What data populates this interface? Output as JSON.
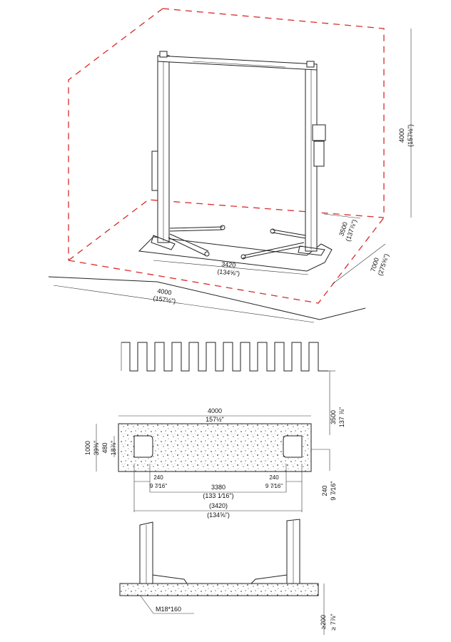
{
  "view_3d": {
    "height_mm": "4000",
    "height_in": "(157½\")",
    "lift_width_mm": "3420",
    "lift_width_in": "(134⅝\")",
    "bay_width_mm": "4000",
    "bay_width_in": "(157½\")",
    "depth_mm": "3500",
    "depth_in": "(137⅞\")",
    "bay_length_mm": "7000",
    "bay_length_in": "(275⅝\")"
  },
  "plan_view": {
    "length_mm": "3500",
    "length_in": "137 ⅞\"",
    "slab_width_mm": "4000",
    "slab_width_in": "157½\"",
    "slab_depth_mm": "1000",
    "slab_depth_in": "39⅜\"",
    "pad_mm": "480",
    "pad_in": "18⅞\"",
    "base_left_mm": "240",
    "base_left_in": "9 7⁄16\"",
    "base_right_mm": "240",
    "base_right_in": "9 7⁄16\"",
    "inner_span_mm": "3380",
    "inner_span_in": "(133 1⁄16\")",
    "outer_span_mm": "(3420)",
    "outer_span_in": "(134⅝\")",
    "side_mm": "240",
    "side_in": "9 7⁄16\""
  },
  "section_view": {
    "anchor_bolt": "M18*160",
    "concrete_depth": "≥200",
    "concrete_depth_in": "≥ 7⅞\""
  }
}
